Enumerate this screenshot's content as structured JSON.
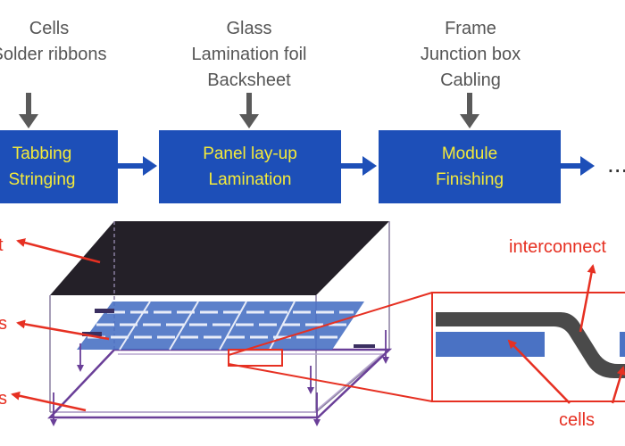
{
  "inputs": [
    {
      "lines": [
        "Cells",
        "Solder ribbons"
      ]
    },
    {
      "lines": [
        "Glass",
        "Lamination foil",
        "Backsheet"
      ]
    },
    {
      "lines": [
        "Frame",
        "Junction box",
        "Cabling"
      ]
    }
  ],
  "steps": [
    {
      "lines": [
        "Tabbing",
        "Stringing"
      ]
    },
    {
      "lines": [
        "Panel lay-up",
        "Lamination"
      ]
    },
    {
      "lines": [
        "Module",
        "Finishing"
      ]
    }
  ],
  "ellipsis": "...",
  "annotations": {
    "interconnect": "interconnect",
    "cells": "cells",
    "left_labels": [
      "t",
      "s",
      "s"
    ]
  },
  "colors": {
    "process_box": "#1d4fb8",
    "process_text": "#f4ea3a",
    "annotation": "#e63022",
    "backsheet": "#242028",
    "cell_blue": "#4a72c4",
    "frame_purple": "#6a3f98"
  }
}
